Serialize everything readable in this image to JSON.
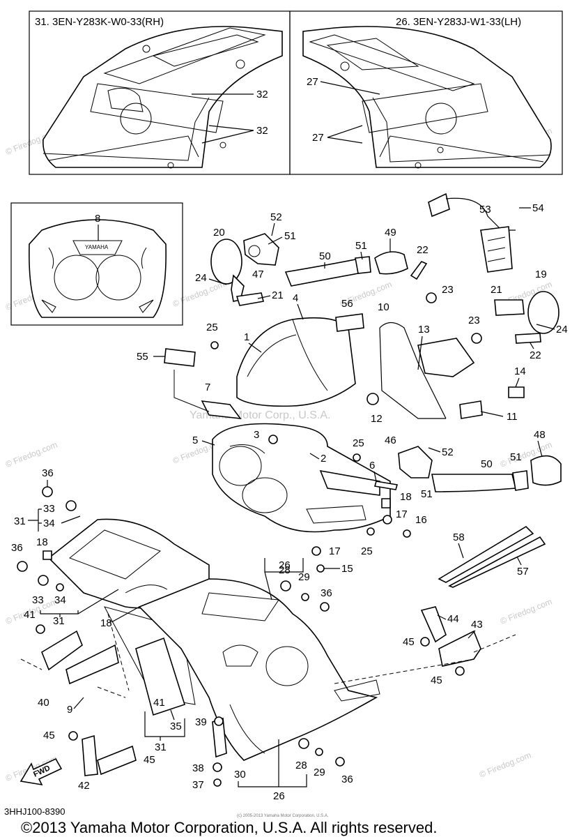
{
  "header_right": "26. 3EN-Y283J-W1-33(LH)",
  "header_left": "31. 3EN-Y283K-W0-33(RH)",
  "fwd_label": "FWD",
  "diagram_code": "3HHJ100-8390",
  "copyright": "©2013 Yamaha Motor Corporation, U.S.A. All rights reserved.",
  "fine_print": "(c) 2005-2013 Yamaha Motor Corporation, U.S.A.",
  "watermark": "© Firedog.com",
  "watermark_center": "Yamaha Motor Corp., U.S.A.",
  "watermark_mid": "© Firedog.com",
  "decal_text": "YAMAHA",
  "labels": {
    "l8": "8",
    "l32a": "32",
    "l32b": "32",
    "l27a": "27",
    "l27b": "27",
    "l52a": "52",
    "l51a": "51",
    "l20": "20",
    "l47": "47",
    "l24a": "24",
    "l21a": "21",
    "l50a": "50",
    "l51b": "51",
    "l49": "49",
    "l22a": "22",
    "l53": "53",
    "l54": "54",
    "l19": "19",
    "l21b": "21",
    "l24b": "24",
    "l23a": "23",
    "l23b": "23",
    "l22b": "22",
    "l4": "4",
    "l56": "56",
    "l10": "10",
    "l13": "13",
    "l14": "14",
    "l11": "11",
    "l25a": "25",
    "l55": "55",
    "l1": "1",
    "l7": "7",
    "l12": "12",
    "l3": "3",
    "l5": "5",
    "l2": "2",
    "l25b": "25",
    "l6": "6",
    "l46": "46",
    "l52b": "52",
    "l48": "48",
    "l51c": "51",
    "l50b": "50",
    "l51d": "51",
    "l18a": "18",
    "l17a": "17",
    "l16": "16",
    "l25c": "25",
    "l17b": "17",
    "l15": "15",
    "l36a": "36",
    "l33a": "33",
    "l34a": "34",
    "l31a": "31",
    "l18b": "18",
    "l36b": "36",
    "l33b": "33",
    "l34b": "34",
    "l31b": "31",
    "l41a": "41",
    "l18c": "18",
    "l26a": "26",
    "l28a": "28",
    "l29a": "29",
    "l36c": "36",
    "l58": "58",
    "l57": "57",
    "l44": "44",
    "l43": "43",
    "l45a": "45",
    "l45b": "45",
    "l40": "40",
    "l9": "9",
    "l41b": "41",
    "l35": "35",
    "l31c": "31",
    "l39": "39",
    "l45c": "45",
    "l45d": "45",
    "l42": "42",
    "l38": "38",
    "l37": "37",
    "l30": "30",
    "l28b": "28",
    "l29b": "29",
    "l36d": "36",
    "l26b": "26"
  }
}
